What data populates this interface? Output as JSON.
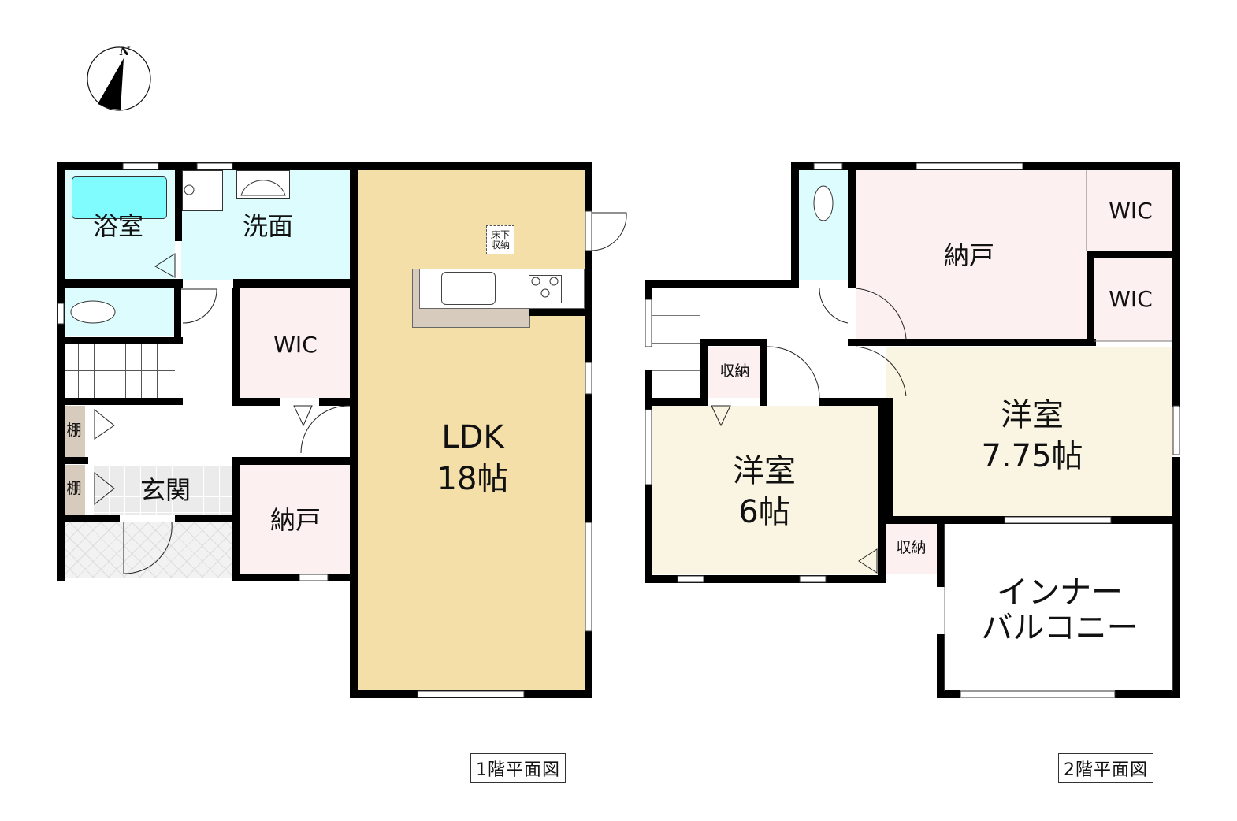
{
  "compass": {
    "label": "N",
    "icon": "north-arrow-icon"
  },
  "colors": {
    "wet_area": "#dcfcfd",
    "bathtub": "#80fbfe",
    "ldk": "#f5dfa8",
    "storage_pink": "#fdf0f0",
    "western_room": "#faf5e3",
    "shelf": "#d7cbbd",
    "kitchen_counter": "#d6cbbc",
    "genkan_tile": "#ebebeb",
    "wall": "#000000"
  },
  "floor1": {
    "caption": "1階平面図",
    "rooms": {
      "bath": "浴室",
      "washroom": "洗面",
      "wic": "WIC",
      "ldk_name": "LDK",
      "ldk_size": "18帖",
      "underfloor_storage": "床下\n収納",
      "storage": "納戸",
      "entrance": "玄関",
      "shelf_1": "棚",
      "shelf_2": "棚"
    }
  },
  "floor2": {
    "caption": "2階平面図",
    "rooms": {
      "storage": "納戸",
      "wic_1": "WIC",
      "wic_2": "WIC",
      "closet_1": "収納",
      "closet_2": "収納",
      "western_large_name": "洋室",
      "western_large_size": "7.75帖",
      "western_small_name": "洋室",
      "western_small_size": "6帖",
      "balcony": "インナー\nバルコニー"
    }
  }
}
